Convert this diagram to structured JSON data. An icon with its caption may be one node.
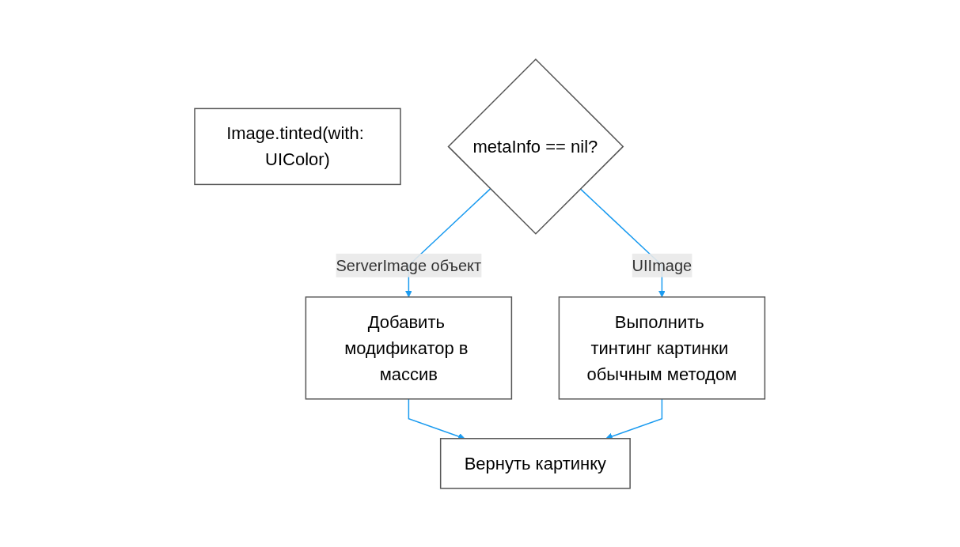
{
  "diagram": {
    "nodes": [
      {
        "text": [
          "Image.tinted(with: UIColor)"
        ]
      },
      {
        "text": [
          "metaInfo == nil?"
        ]
      },
      {
        "text": [
          "Добавить модификатор в массив"
        ]
      },
      {
        "text": [
          "Выполнить тинтинг картинки обычным методом"
        ]
      },
      {
        "text": [
          "Вернуть картинку"
        ]
      }
    ],
    "edges": [
      {
        "from": 1,
        "to": 2,
        "arrow": "to",
        "label": "ServerImage объект"
      },
      {
        "from": 1,
        "to": 3,
        "arrow": "to",
        "label": "UIImage"
      },
      {
        "from": 2,
        "to": 4,
        "arrow": "to"
      },
      {
        "from": 3,
        "to": 4,
        "arrow": "to"
      }
    ]
  }
}
